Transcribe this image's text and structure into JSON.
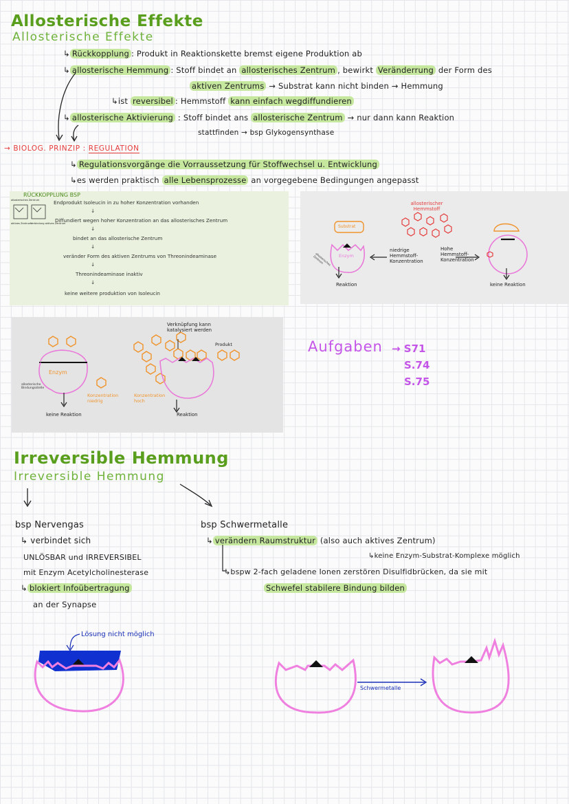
{
  "section1": {
    "title": "Allosterische Effekte",
    "subtitle": "Allosterische Effekte",
    "line1_label": "Rückkopplung",
    "line1_text": ": Produkt in Reaktionskette bremst eigene Produktion ab",
    "line2_label": "allosterische Hemmung",
    "line2_text_a": ": Stoff bindet an",
    "line2_hl1": "allosterisches Zentrum",
    "line2_text_b": ", bewirkt",
    "line2_hl2": "Veränderrung",
    "line2_text_c": "der Form des",
    "line3_hl": "aktiven Zentrums",
    "line3_text": "→ Substrat kann nicht binden → Hemmung",
    "line4_pre": "ist",
    "line4_hl": "reversibel",
    "line4_text": ": Hemmstoff",
    "line4_hl2": "kann einfach wegdiffundieren",
    "line5_label": "allosterische Aktivierung",
    "line5_text_a": ": Stoff bindet ans",
    "line5_hl": "allosterische Zentrum",
    "line5_text_b": "→ nur dann kann Reaktion",
    "line6_text": "stattfinden → bsp Glykogensynthase",
    "principle_a": "→ BIOLOG. PRINZIP :",
    "principle_b": "REGULATION",
    "reg1": "Regulationsvorgänge die Vorraussetzung für Stoffwechsel u. Entwicklung",
    "reg2_a": "es werden praktisch",
    "reg2_hl": "alle Lebensprozesse",
    "reg2_b": "an vorgegebene Bedingungen angepasst"
  },
  "panel_feedback": {
    "title": "RÜCKKOPPLUNG BSP",
    "label_a": "allosterisches Zentrum",
    "label_b": "aktives Zentrum",
    "label_c": "Verbindung aktives Zentrum",
    "step1": "Endprodukt Isoleucin in zu hoher Konzentration vorhanden",
    "step2": "Diffundiert wegen hoher Konzentration an das allosterisches Zentrum",
    "step3": "bindet an das allosterische Zentrum",
    "step4": "veränder Form des aktiven Zentrums von Threonindeaminase",
    "step5": "Threonindeaminase inaktiv",
    "step6": "keine weitere produktion von Isoleucin"
  },
  "panel_inhib": {
    "hemmstoff": "allosterischer Hemmstoff",
    "substrat": "Substrat",
    "enzym": "Enzym",
    "allo": "allosterisches Zentrum",
    "low": "niedrige Hemmstoff-Konzentration",
    "high": "Hohe Hemmstoff-Konzentration",
    "reaktion": "Reaktion",
    "keine": "keine Reaktion"
  },
  "panel_activ": {
    "verk": "Verknüpfung kann katalysiert werden",
    "produkt": "Produkt",
    "enzym": "Enzym",
    "allo": "allosterische Bindungsstelle",
    "konz_low": "Konzentration niedrig",
    "konz_high": "Konzentration hoch",
    "keine": "keine Reaktion",
    "reaktion": "Reaktion"
  },
  "tasks": {
    "label": "Aufgaben",
    "p1": "→ S71",
    "p2": "S.74",
    "p3": "S.75"
  },
  "section2": {
    "title": "Irreversible Hemmung",
    "subtitle": "Irreversible Hemmung",
    "left_head": "bsp Nervengas",
    "left1": "verbindet sich",
    "left2": "UNLÖSBAR und IRREVERSIBEL",
    "left3": "mit Enzym Acetylcholinesterase",
    "left4": "blokiert Infoübertragung",
    "left5": "an der Synapse",
    "right_head": "bsp Schwermetalle",
    "right1_hl": "verändern Raumstruktur",
    "right1_b": "(also auch aktives Zentrum)",
    "right2": "keine Enzym-Substrat-Komplexe möglich",
    "right3": "bspw 2-fach geladene Ionen zerstören Disulfidbrücken, da sie mit",
    "right4_hl": "Schwefel stabilere Bindung bilden",
    "loesung": "Lösung nicht möglich",
    "schwer": "Schwermetalle"
  }
}
